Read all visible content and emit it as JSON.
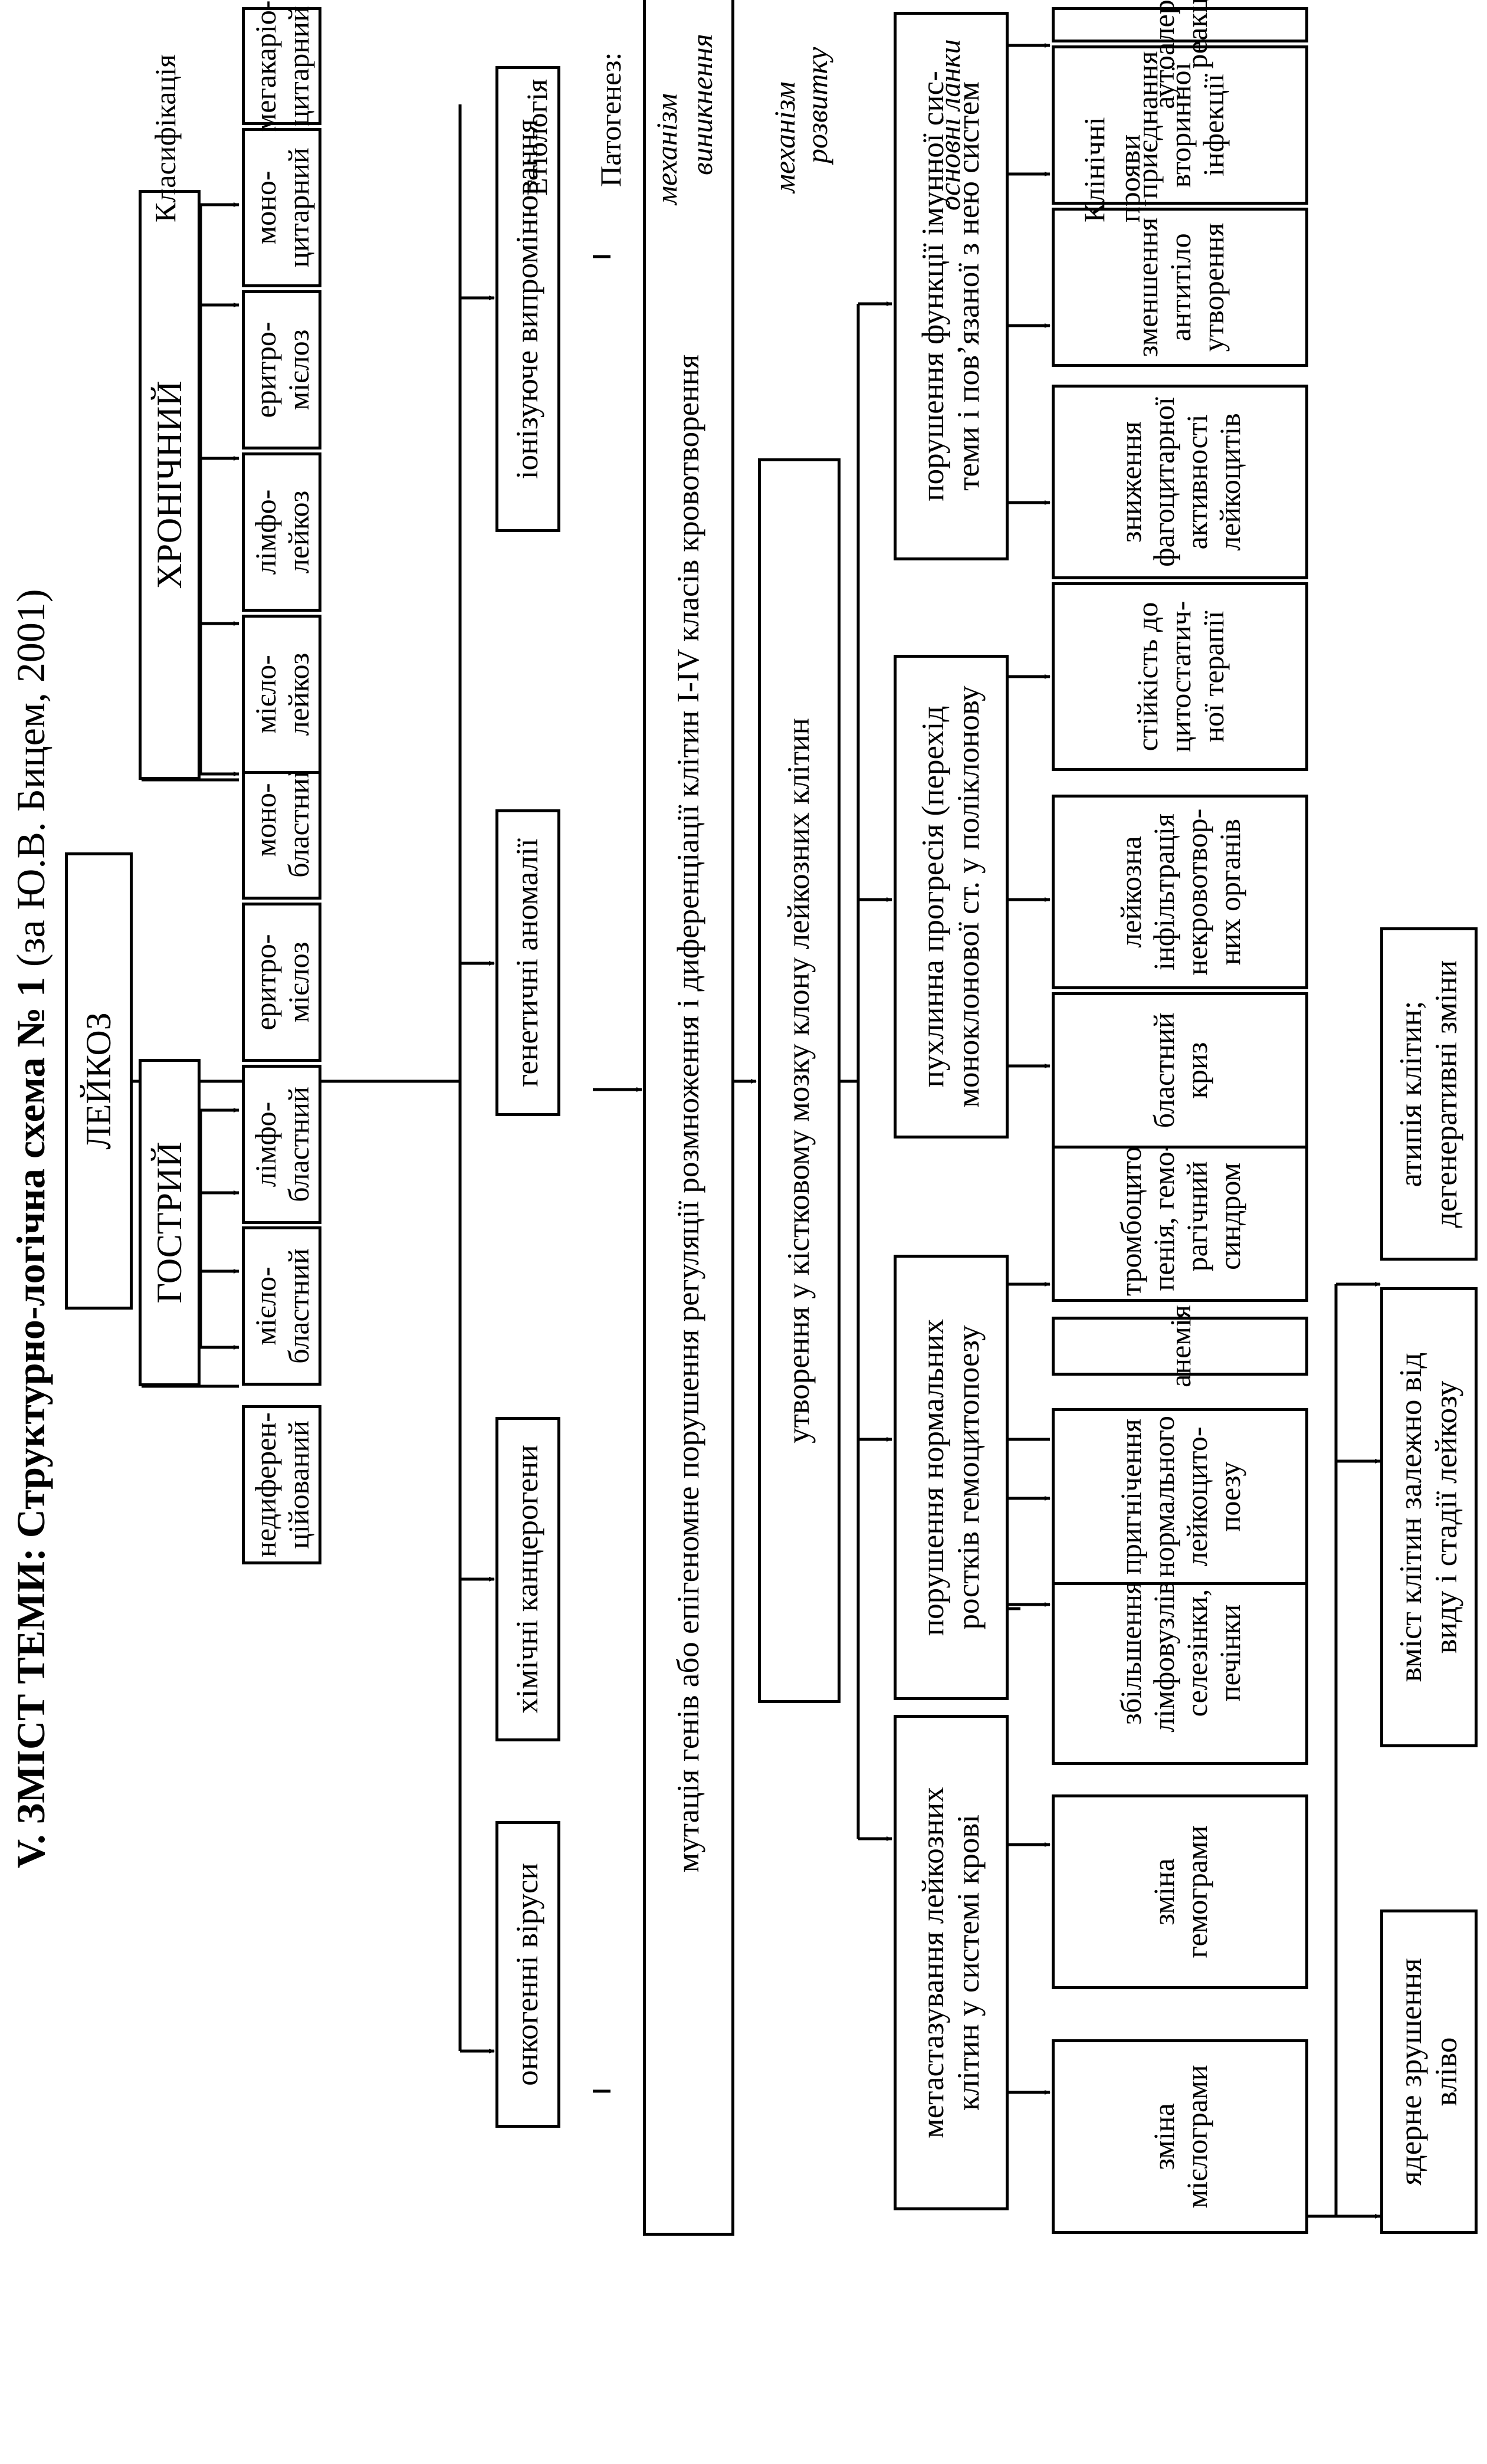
{
  "title": {
    "bold": "V. ЗМІСТ ТЕМИ: Структурно-логічна схема № 1",
    "normal": " (за Ю.В. Бицем, 2001)"
  },
  "root": "ЛЕЙКОЗ",
  "row_labels": {
    "classification": "Класифікація",
    "etiology": "Етіологія",
    "pathogenesis": "Патогенез:",
    "mech_origin_1": "механізм",
    "mech_origin_2": "виникнення",
    "mech_dev_1": "механізм",
    "mech_dev_2": "розвитку",
    "main_links": "основні ланки",
    "clinical_1": "Клінічні",
    "clinical_2": "прояви"
  },
  "classification": {
    "acute": {
      "label": "ГОСТРИЙ",
      "items": [
        "недиферен-\nційований",
        "мієло-\nбластний",
        "лімфо-\nбластний",
        "еритро-\nмієлоз",
        "моно-\nбластний"
      ]
    },
    "chronic": {
      "label": "ХРОНІЧНИЙ",
      "items": [
        "мієло-\nлейкоз",
        "лімфо-\nлейкоз",
        "еритро-\nмієлоз",
        "моно-\nцитарний",
        "мегакаріо-\nцитарний"
      ]
    }
  },
  "etiology": [
    "онкогенні віруси",
    "хімічні канцерогени",
    "генетичні аномалії",
    "іонізуюче випромінювання"
  ],
  "mechanism_origin": "мутація генів або епігеномне порушення регуляції розмноження і диференціації клітин I-IV класів кровотворення",
  "mechanism_development": "утворення у кістковому мозку клону лейкозних клітин",
  "main_links": [
    {
      "label": "метастазування лейкозних\nклітин у системі крові",
      "children": [
        "зміна\nмієлограми",
        "зміна\nгемограми",
        "збільшення\nлімфовузлів,\nселезінки,\nпечінки"
      ]
    },
    {
      "label": "порушення нормальних\nростків гемоцитопоезу",
      "children": [
        "пригнічення\nнормального\nлейкоцито-\nпоезу",
        "анемія",
        "тромбоцито-\nпенія, гемо-\nрагічний\nсиндром"
      ]
    },
    {
      "label": "пухлинна прогресія (перехід\nмоноклонової ст. у поліклонову",
      "children": [
        "бластний\nкриз",
        "лейкозна\nінфільтрація\nнекровотвор-\nних органів",
        "стійкість до\nцитостатич-\nної терапії"
      ]
    },
    {
      "label": "порушення функції імунної сис-\nтеми і пов’язаної з нею систем",
      "children": [
        "зниження\nфагоцитарної\nактивності\nлейкоцитів",
        "зменшення\nантитіло\nутворення",
        "приєднання\nвторинної\nінфекції",
        "аутоалергічні\nреакції"
      ]
    }
  ],
  "myelogram_changes": [
    "ядерне зрушення\nвліво",
    "вміст клітин залежно від\nвиду і стадії лейкозу",
    "атипія клітин;\nдегенеративні зміни"
  ]
}
